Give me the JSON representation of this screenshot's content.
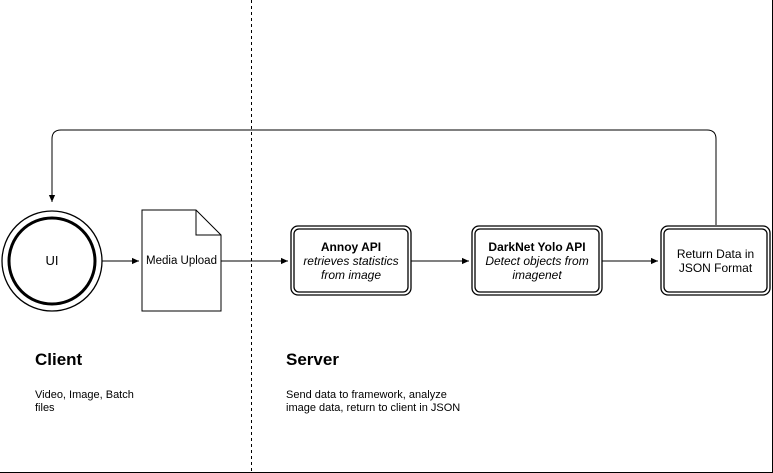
{
  "nodes": {
    "ui": {
      "label": "UI"
    },
    "media_upload": {
      "label": "Media Upload"
    },
    "annoy_api": {
      "title": "Annoy API",
      "subtitle": "retrieves statistics from image"
    },
    "darknet_api": {
      "title": "DarkNet Yolo API",
      "subtitle": "Detect objects from imagenet"
    },
    "return_data": {
      "label": "Return Data in JSON Format"
    }
  },
  "sections": {
    "client": {
      "title": "Client",
      "description": "Video, Image, Batch files"
    },
    "server": {
      "title": "Server",
      "description": "Send data to framework, analyze image data, return to client in JSON"
    }
  },
  "colors": {
    "stroke": "#000000",
    "background": "#ffffff"
  }
}
